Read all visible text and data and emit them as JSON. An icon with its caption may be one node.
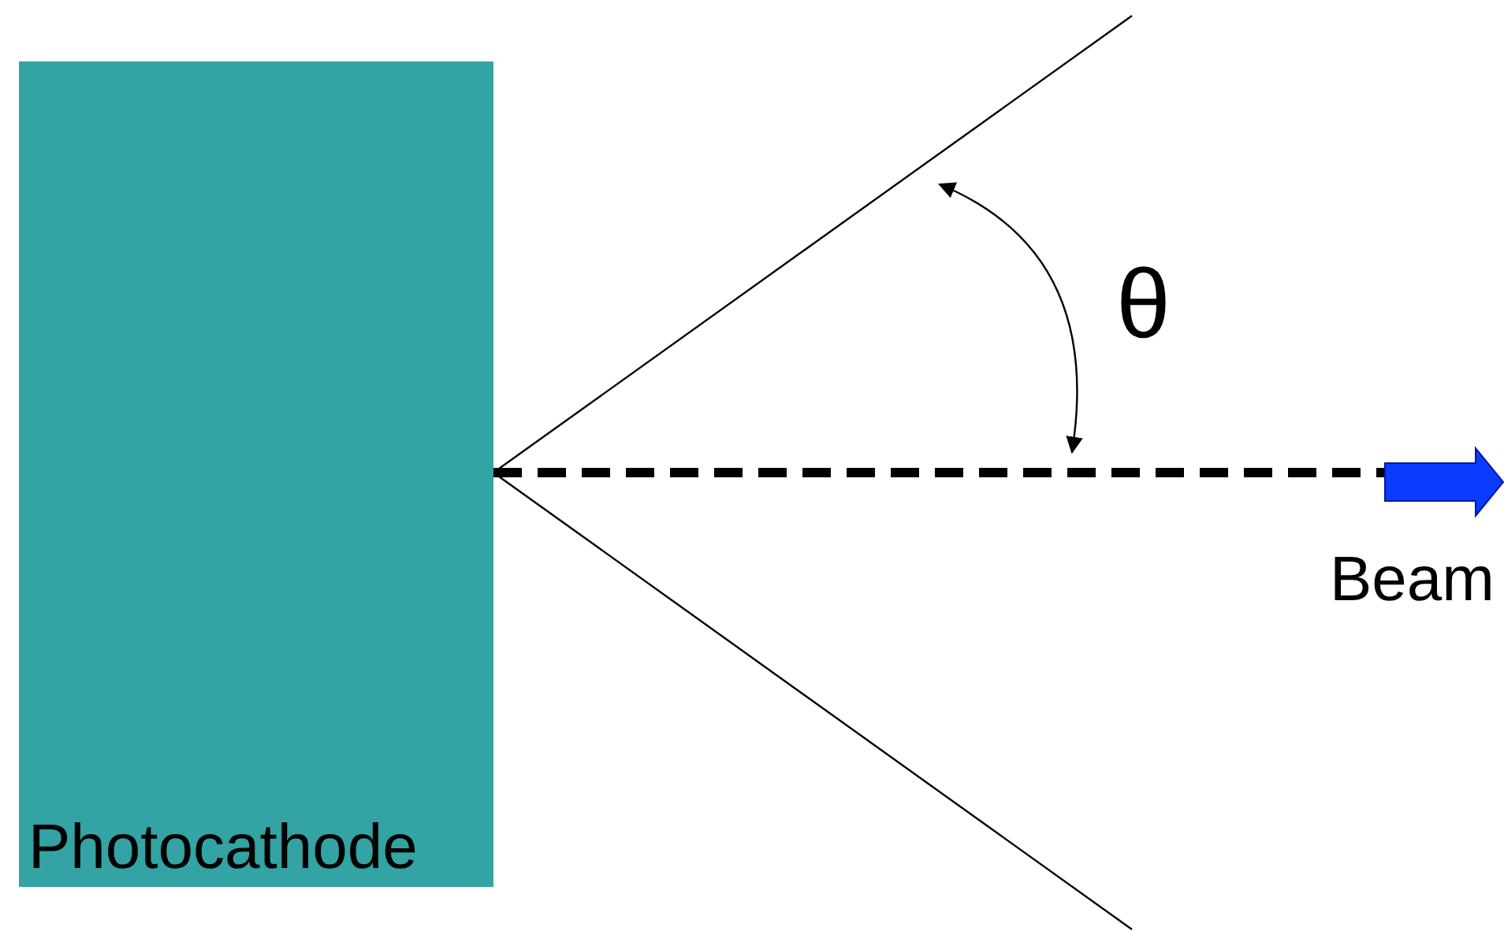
{
  "diagram": {
    "nodes": [
      {
        "text": [
          "Photocathode"
        ]
      },
      {
        "text": [],
        "shape": "arrow",
        "beside": [
          "Beam"
        ]
      }
    ],
    "edges": [
      {
        "from": 0,
        "to": 1,
        "arrow": "none",
        "style": "dashed"
      }
    ],
    "labels": [
      "θ"
    ]
  }
}
